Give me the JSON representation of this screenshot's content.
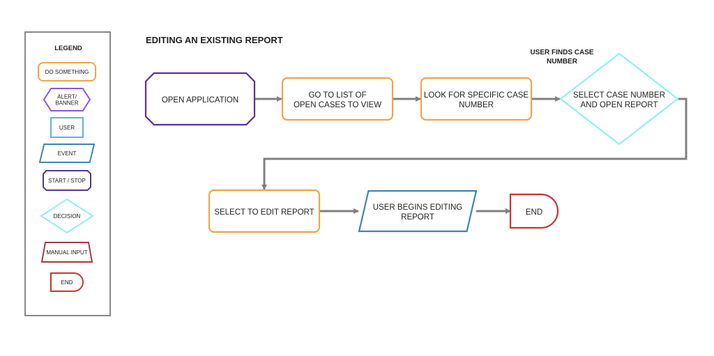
{
  "title": "EDITING AN EXISTING REPORT",
  "colors": {
    "do_something": "#f0a44a",
    "alert": "#8a55e0",
    "user": "#5ab4ec",
    "event": "#3f84b5",
    "start_stop": "#5a3296",
    "decision": "#8ef0f4",
    "manual_input": "#a83a3a",
    "end": "#cc3333",
    "connector": "#808080",
    "legend_border": "#888888"
  },
  "legend": {
    "title": "LEGEND",
    "items": [
      {
        "key": "do_something",
        "shape": "rounded-rect",
        "lines": [
          "DO SOMETHING"
        ]
      },
      {
        "key": "alert",
        "shape": "hexagon",
        "lines": [
          "ALERT/",
          "BANNER"
        ]
      },
      {
        "key": "user",
        "shape": "rect",
        "lines": [
          "USER"
        ]
      },
      {
        "key": "event",
        "shape": "parallelogram",
        "lines": [
          "EVENT"
        ]
      },
      {
        "key": "start_stop",
        "shape": "octagon",
        "lines": [
          "START / STOP"
        ]
      },
      {
        "key": "decision",
        "shape": "diamond",
        "lines": [
          "DECISION"
        ]
      },
      {
        "key": "manual_input",
        "shape": "trapezoid",
        "lines": [
          "MANUAL INPUT"
        ]
      },
      {
        "key": "end",
        "shape": "delay",
        "lines": [
          "END"
        ]
      }
    ]
  },
  "nodes": [
    {
      "id": "open-application",
      "type": "start_stop",
      "lines": [
        "OPEN APPLICATION"
      ]
    },
    {
      "id": "go-to-list",
      "type": "do_something",
      "lines": [
        "GO TO LIST OF",
        "OPEN CASES TO VIEW"
      ]
    },
    {
      "id": "look-for-case",
      "type": "do_something",
      "lines": [
        "LOOK FOR SPECIFIC CASE",
        "NUMBER"
      ]
    },
    {
      "id": "select-case",
      "type": "decision",
      "lines": [
        "SELECT CASE NUMBER",
        "AND OPEN REPORT"
      ]
    },
    {
      "id": "select-edit",
      "type": "do_something",
      "lines": [
        "SELECT TO EDIT REPORT"
      ]
    },
    {
      "id": "user-begins",
      "type": "event",
      "lines": [
        "USER BEGINS EDITING",
        "REPORT"
      ]
    },
    {
      "id": "end",
      "type": "end",
      "lines": [
        "END"
      ]
    }
  ],
  "edges": [
    {
      "from": "open-application",
      "to": "go-to-list"
    },
    {
      "from": "go-to-list",
      "to": "look-for-case"
    },
    {
      "from": "look-for-case",
      "to": "select-case"
    },
    {
      "from": "select-case",
      "to": "select-edit"
    },
    {
      "from": "select-edit",
      "to": "user-begins"
    },
    {
      "from": "user-begins",
      "to": "end"
    }
  ],
  "annotation": {
    "lines": [
      "USER FINDS CASE",
      "NUMBER"
    ]
  }
}
